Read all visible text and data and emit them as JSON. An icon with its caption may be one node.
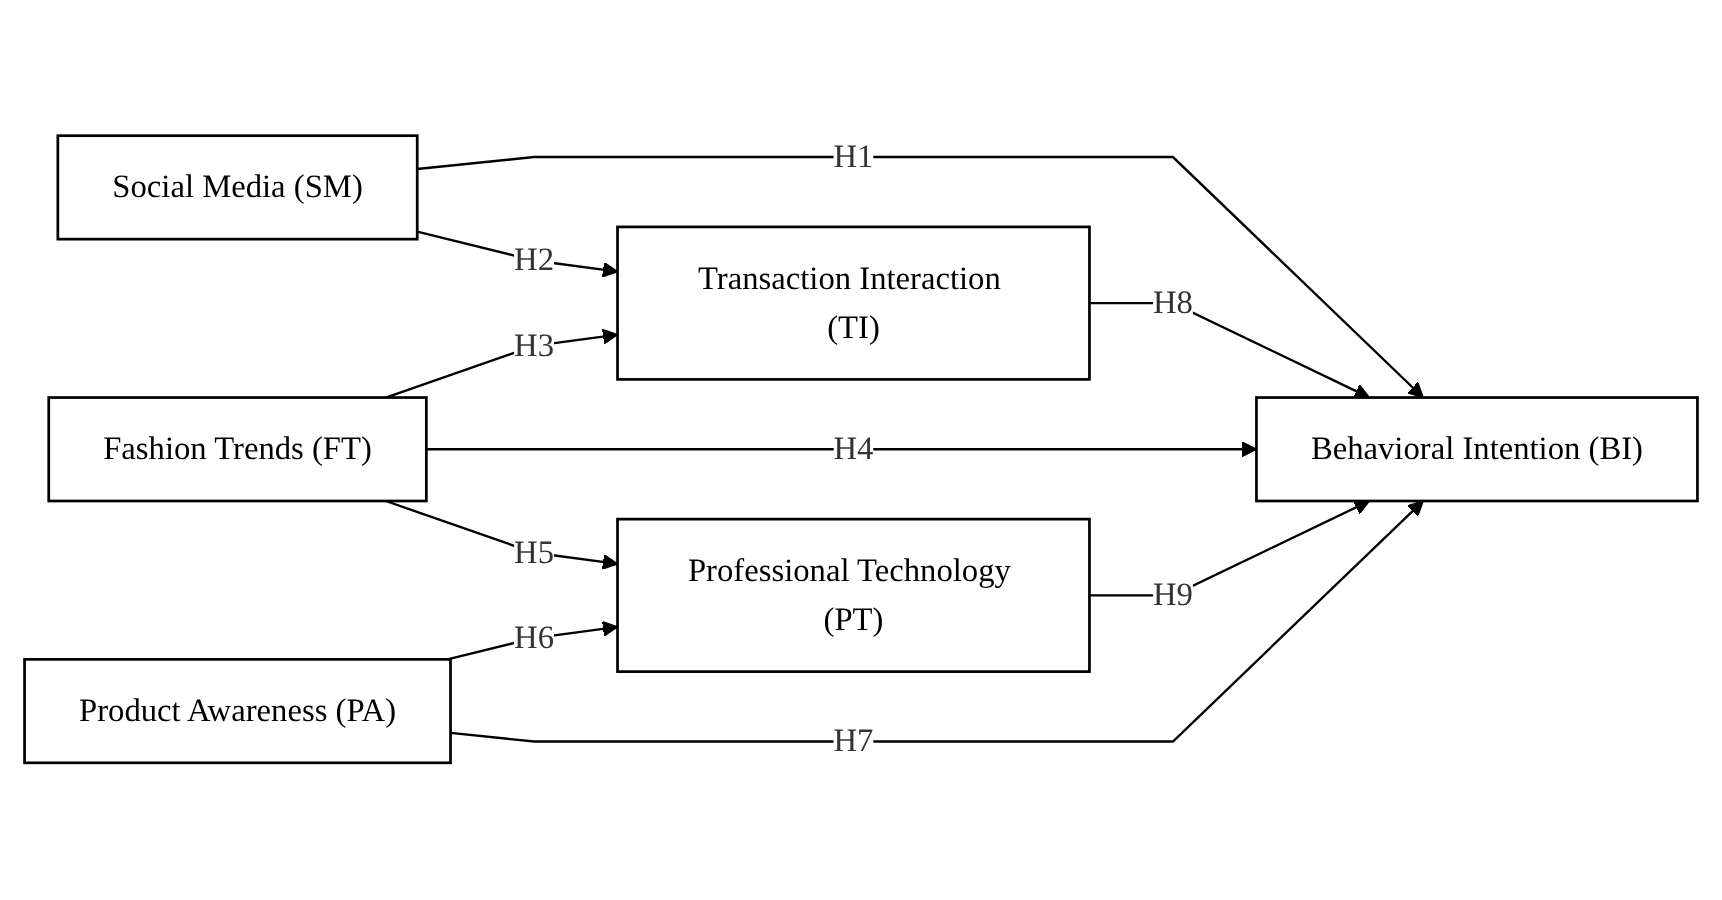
{
  "diagram": {
    "nodes": [
      {
        "text": [
          "Social Media (SM)"
        ]
      },
      {
        "text": [
          "Transaction Interaction (TI)"
        ]
      },
      {
        "text": [
          "Fashion Trends (FT)"
        ]
      },
      {
        "text": [
          "Professional Technology (PT)"
        ]
      },
      {
        "text": [
          "Product Awareness (PA)"
        ]
      },
      {
        "text": [
          "Behavioral Intention (BI)"
        ]
      }
    ],
    "edges": [
      {
        "from": 0,
        "to": 5,
        "arrow": "to",
        "label": "H1"
      },
      {
        "from": 0,
        "to": 1,
        "arrow": "to",
        "label": "H2"
      },
      {
        "from": 2,
        "to": 1,
        "arrow": "to",
        "label": "H3"
      },
      {
        "from": 2,
        "to": 5,
        "arrow": "to",
        "label": "H4"
      },
      {
        "from": 2,
        "to": 3,
        "arrow": "to",
        "label": "H5"
      },
      {
        "from": 4,
        "to": 3,
        "arrow": "to",
        "label": "H6"
      },
      {
        "from": 4,
        "to": 5,
        "arrow": "to",
        "label": "H7"
      },
      {
        "from": 1,
        "to": 5,
        "arrow": "to",
        "label": "H8"
      },
      {
        "from": 3,
        "to": 5,
        "arrow": "to",
        "label": "H9"
      }
    ]
  }
}
